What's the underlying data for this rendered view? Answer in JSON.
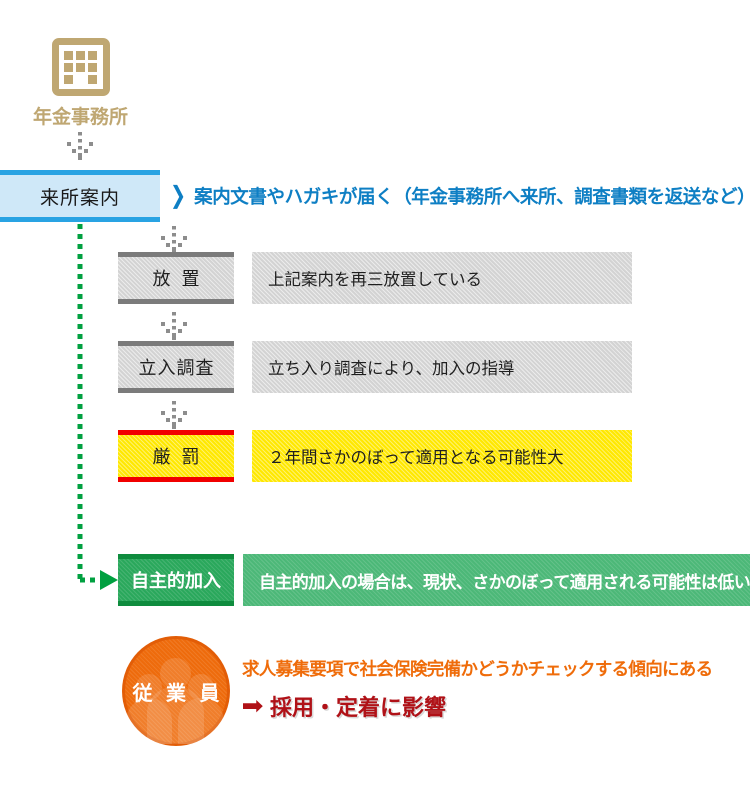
{
  "office": {
    "icon": "office-building-icon",
    "label": "年金事務所"
  },
  "visit": {
    "label": "来所案内",
    "chevron": "chevron-right-icon",
    "caption": "案内文書やハガキが届く（年金事務所へ来所、調査書類を返送など）"
  },
  "steps": [
    {
      "name": "neglect",
      "label": "放 置",
      "description": "上記案内を再三放置している",
      "label_bg": "#d3d3d3",
      "bar_color": "#7b7b7b",
      "desc_bg": "#d3d3d3",
      "text_color": "#1f1f1f",
      "desc_width": 380
    },
    {
      "name": "on-site-inspection",
      "label": "立入調査",
      "description": "立ち入り調査により、加入の指導",
      "label_bg": "#d3d3d3",
      "bar_color": "#7b7b7b",
      "desc_bg": "#d3d3d3",
      "text_color": "#1f1f1f",
      "desc_width": 380
    },
    {
      "name": "severe-penalty",
      "label": "厳 罰",
      "description": "２年間さかのぼって適用となる可能性大",
      "label_bg": "#ffe800",
      "bar_color": "#f10000",
      "desc_bg": "#ffe800",
      "text_color": "#1f1f1f",
      "desc_width": 380
    }
  ],
  "voluntary": {
    "name": "voluntary-enrollment",
    "label": "自主的加入",
    "description": "自主的加入の場合は、現状、さかのぼって適用される可能性は低い",
    "label_bg": "#2aa85c",
    "bar_color": "#0f8c3e",
    "desc_bg": "#4cb878",
    "text_color": "#ffffff"
  },
  "employee": {
    "circle_label": "従 業 員",
    "circle_color": "#ee6b0c",
    "line1": "求人募集要項で社会保険完備かどうかチェックする傾向にある",
    "line1_color": "#ef6c0a",
    "arrow": "arrow-right-icon",
    "line2": "採用・定着に影響",
    "line2_color": "#b01117"
  },
  "connectors": {
    "office_to_visit": "dotted-down-arrow",
    "visit_to_neglect": "dotted-down-arrow",
    "neglect_to_inspection": "dotted-down-arrow",
    "inspection_to_penalty": "dotted-down-arrow",
    "visit_to_voluntary": "green-dotted-elbow-arrow",
    "green_color": "#00a040"
  }
}
